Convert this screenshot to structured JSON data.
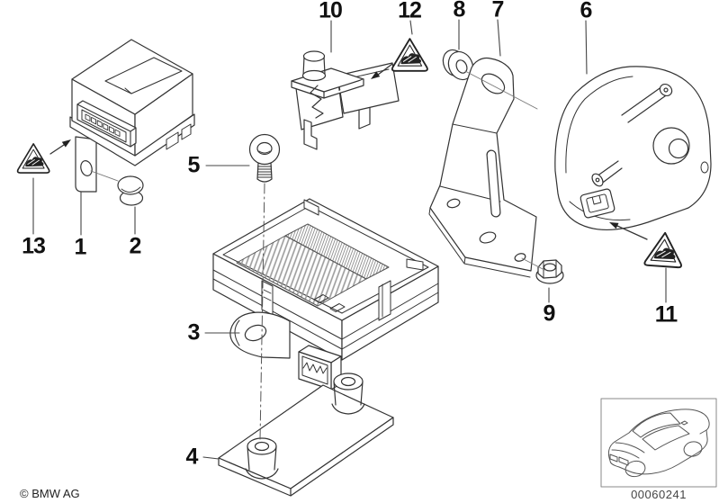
{
  "diagram": {
    "description_icons": {
      "warning_triangle": "theft-warning-icon",
      "car_thumbnail": "car-outline-icon"
    },
    "callouts": {
      "c1": "1",
      "c2": "2",
      "c3": "3",
      "c4": "4",
      "c5": "5",
      "c6": "6",
      "c7": "7",
      "c8": "8",
      "c9": "9",
      "c10": "10",
      "c11": "11",
      "c12": "12",
      "c13": "13"
    },
    "copyright": "© BMW AG",
    "image_number": "00060241",
    "colors": {
      "line": "#333333",
      "leader": "#444444",
      "hatch_light": "#9b9b9b",
      "hatch_dense": "#8f8f8f",
      "background": "#ffffff"
    }
  }
}
